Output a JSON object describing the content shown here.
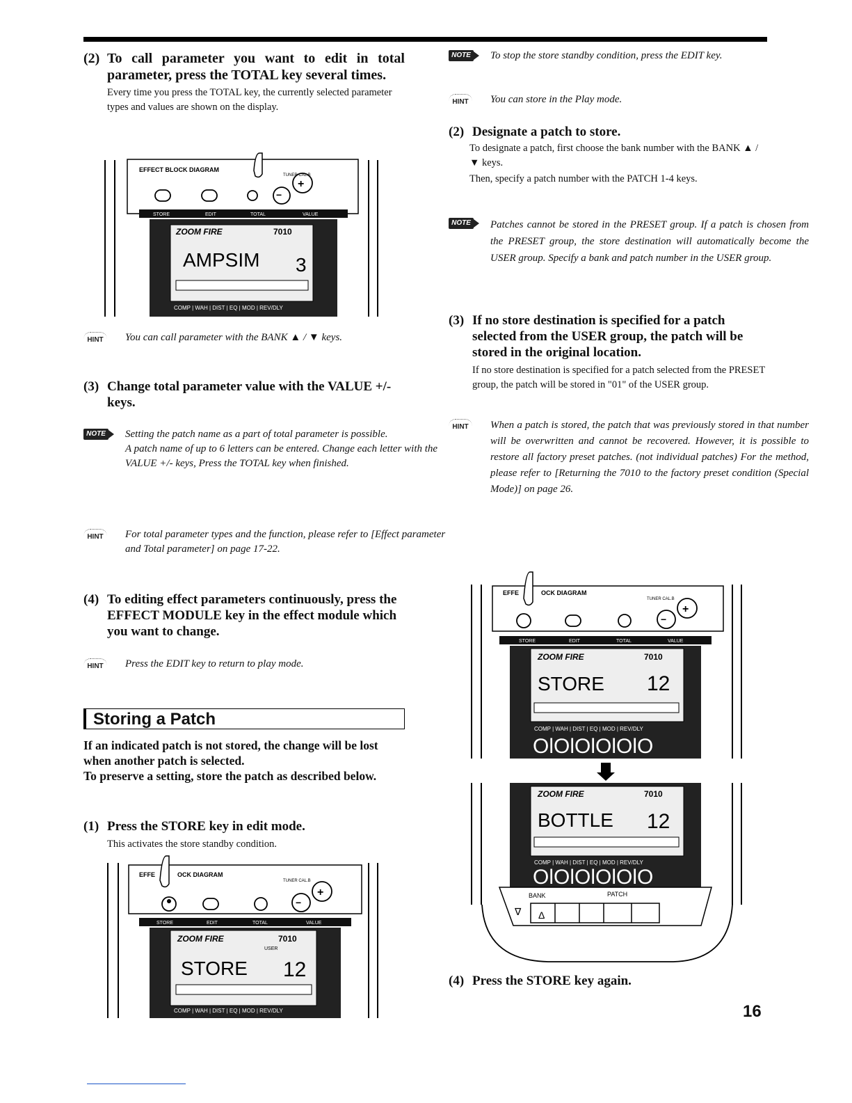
{
  "left": {
    "step2": {
      "num": "(2)",
      "title": "To call parameter you want to edit in total parameter, press the TOTAL key several times.",
      "body": "Every time you press the TOTAL key, the currently selected parameter types and values are shown on the display."
    },
    "hint1": {
      "badge": "HINT",
      "text": "You can call parameter with the BANK ▲ / ▼ keys."
    },
    "step3": {
      "num": "(3)",
      "title": "Change total parameter value with the VALUE +/- keys."
    },
    "note1": {
      "badge": "NOTE",
      "line1": "Setting the patch name as a part of total parameter is possible.",
      "line2": "A patch name of up to 6 letters can be entered. Change each letter with the VALUE +/- keys, Press the TOTAL key when finished."
    },
    "hint2": {
      "badge": "HINT",
      "text": "For total parameter types and the function, please refer to [Effect parameter and Total parameter] on page 17-22."
    },
    "step4": {
      "num": "(4)",
      "title": "To editing effect parameters continuously, press the EFFECT MODULE key in the effect module which you want to change."
    },
    "hint3": {
      "badge": "HINT",
      "text": "Press the EDIT key to return to play mode."
    },
    "section_title": "Storing a Patch",
    "intro": [
      "If an indicated patch is not stored, the change will be lost when another patch is selected.",
      "To preserve a setting, store the patch as described below."
    ],
    "step1": {
      "num": "(1)",
      "title": "Press the STORE key in edit mode.",
      "body": "This activates the store standby condition."
    }
  },
  "right": {
    "note2": {
      "badge": "NOTE",
      "text": "To stop the store standby condition, press the EDIT key."
    },
    "hint4": {
      "badge": "HINT",
      "text": "You can store in the Play mode."
    },
    "step2": {
      "num": "(2)",
      "title": "Designate a patch to store.",
      "body1": "To designate a patch, first choose the bank number with the BANK ▲ / ▼ keys.",
      "body2": "Then, specify a patch number with the PATCH 1-4 keys."
    },
    "note3": {
      "badge": "NOTE",
      "text": "Patches cannot be stored in the PRESET group. If a patch is chosen from the PRESET group, the store destination will automatically become the USER group. Specify a bank and patch number in the USER group."
    },
    "step3": {
      "num": "(3)",
      "title": "If no store destination is specified for a patch selected from the USER group, the patch will be stored in the original location.",
      "body": "If no store destination is specified for a patch selected from the PRESET group, the patch will be stored in \"01\" of the USER group."
    },
    "hint5": {
      "badge": "HINT",
      "text": "When a patch is stored, the patch that was previously stored in that number will be overwritten and cannot be recovered. However, it is possible to restore all factory preset patches. (not individual patches) For the method, please refer to [Returning the 7010 to the factory preset condition (Special Mode)] on page 26."
    },
    "step4": {
      "num": "(4)",
      "title": "Press the STORE key again."
    }
  },
  "device": {
    "effect_label": "EFFECT BLOCK DIAGRAM",
    "effect_label_short": "EFFE",
    "effect_label_tail": "OCK DIAGRAM",
    "tuner_label": "TUNER CAL.B",
    "keys": [
      "STORE",
      "EDIT",
      "TOTAL",
      "VALUE"
    ],
    "brand": "ZOOM FIRE",
    "model": "7010",
    "display1": "AMPSIM",
    "display1_value": "3",
    "display_store": "STORE",
    "display_bottle": "BOTTLE",
    "display_num": "12",
    "modules": [
      "COMP",
      "WAH",
      "DIST",
      "EQ",
      "MOD",
      "REV/DLY"
    ],
    "bank_label": "BANK",
    "patch_label": "PATCH",
    "user_label": "USER",
    "bank_patch_label": "BANK PATCH"
  },
  "page_number": "16"
}
